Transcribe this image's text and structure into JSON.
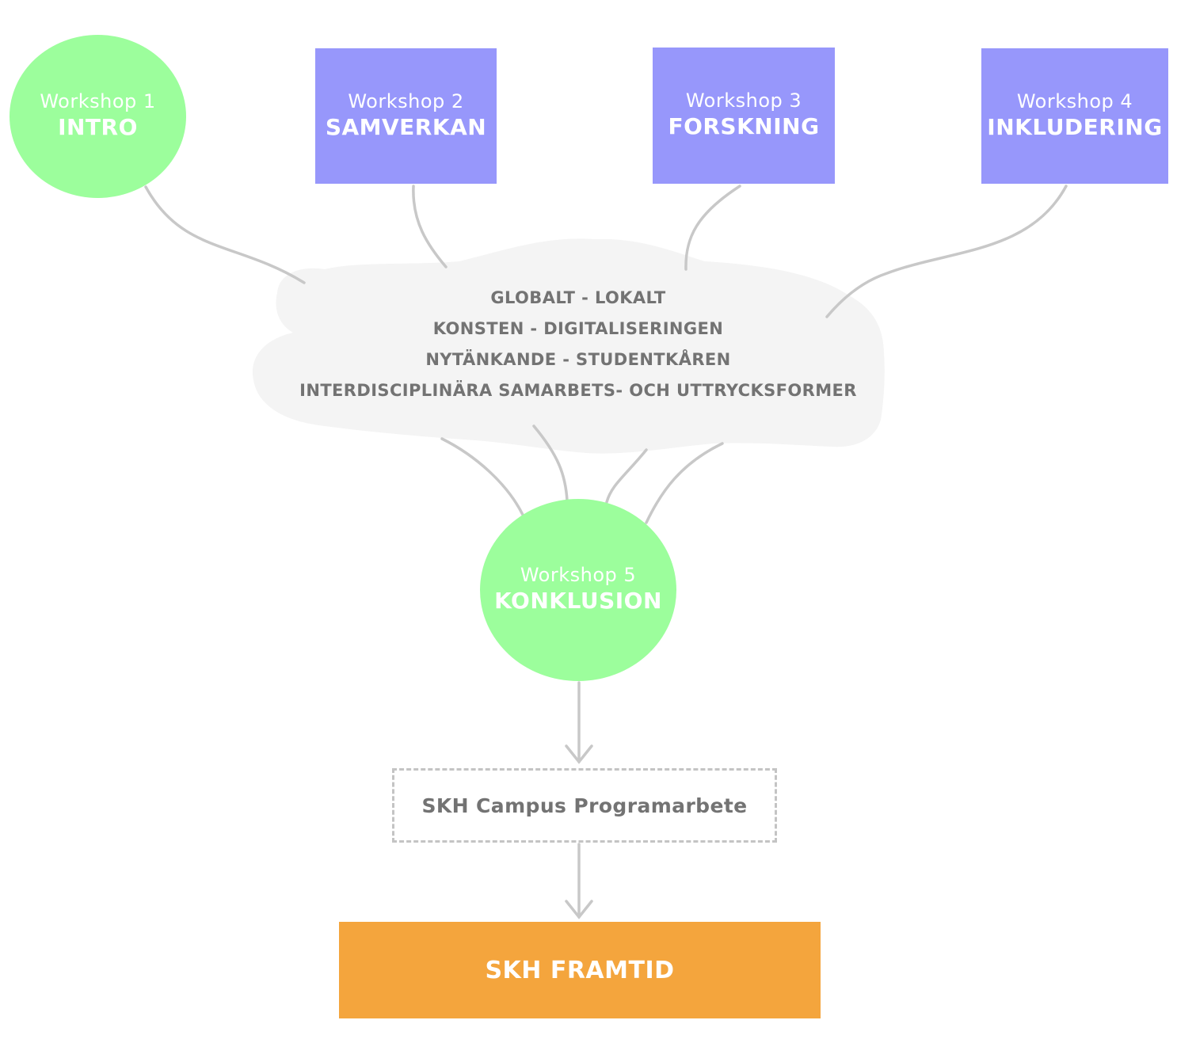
{
  "workshops": [
    {
      "label": "Workshop 1",
      "title": "INTRO"
    },
    {
      "label": "Workshop 2",
      "title": "SAMVERKAN"
    },
    {
      "label": "Workshop 3",
      "title": "FORSKNING"
    },
    {
      "label": "Workshop 4",
      "title": "INKLUDERING"
    },
    {
      "label": "Workshop 5",
      "title": "KONKLUSION"
    }
  ],
  "cloud": {
    "lines": [
      "GLOBALT - LOKALT",
      "KONSTEN - DIGITALISERINGEN",
      "NYTÄNKANDE - STUDENTKÅREN",
      "INTERDISCIPLINÄRA SAMARBETS- OCH UTTRYCKSFORMER"
    ]
  },
  "process": "SKH Campus Programarbete",
  "result": "SKH FRAMTID",
  "colors": {
    "circle": "#9cfe9c",
    "box": "#9797fb",
    "cloud": "#f4f4f4",
    "connector": "#c8c8c8",
    "text_gray": "#737373",
    "result": "#f4a53d"
  }
}
